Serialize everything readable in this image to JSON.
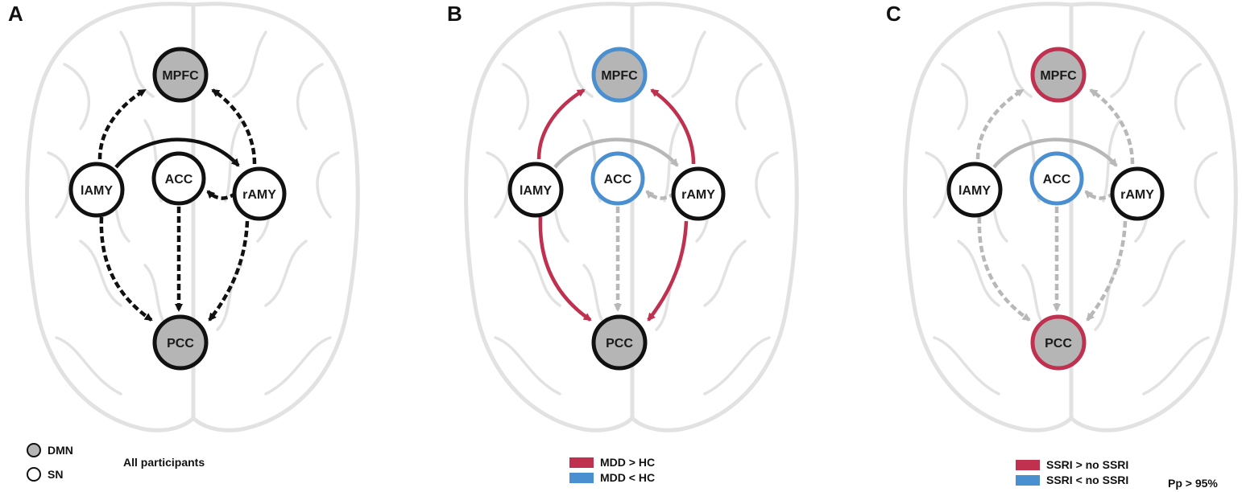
{
  "colors": {
    "red": "#c0304f",
    "blue": "#4a8fcf",
    "dmn_fill": "#b5b5b5",
    "node_border": "#111111",
    "gray_edge": "#b8b8b8",
    "black_edge": "#111111",
    "brain": "#e2e2e2"
  },
  "nodes": {
    "mpfc": "MPFC",
    "lamy": "lAMY",
    "acc": "ACC",
    "ramy": "rAMY",
    "pcc": "PCC"
  },
  "panels": [
    {
      "letter": "A",
      "node_style": {
        "mpfc": {
          "fill": "#b5b5b5",
          "stroke": "#111111"
        },
        "pcc": {
          "fill": "#b5b5b5",
          "stroke": "#111111"
        },
        "lamy": {
          "fill": "#ffffff",
          "stroke": "#111111"
        },
        "ramy": {
          "fill": "#ffffff",
          "stroke": "#111111"
        },
        "acc": {
          "fill": "#ffffff",
          "stroke": "#111111"
        }
      },
      "edges": {
        "lamy_mpfc": {
          "color": "#111111",
          "dashed": true
        },
        "ramy_mpfc": {
          "color": "#111111",
          "dashed": true
        },
        "lamy_ramy": {
          "color": "#111111",
          "dashed": false
        },
        "ramy_acc": {
          "color": "#111111",
          "dashed": true
        },
        "acc_pcc": {
          "color": "#111111",
          "dashed": true
        },
        "lamy_pcc": {
          "color": "#111111",
          "dashed": true
        },
        "ramy_pcc": {
          "color": "#111111",
          "dashed": true
        }
      }
    },
    {
      "letter": "B",
      "node_style": {
        "mpfc": {
          "fill": "#b5b5b5",
          "stroke": "#4a8fcf"
        },
        "pcc": {
          "fill": "#b5b5b5",
          "stroke": "#111111"
        },
        "lamy": {
          "fill": "#ffffff",
          "stroke": "#111111"
        },
        "ramy": {
          "fill": "#ffffff",
          "stroke": "#111111"
        },
        "acc": {
          "fill": "#ffffff",
          "stroke": "#4a8fcf"
        }
      },
      "edges": {
        "lamy_mpfc": {
          "color": "#c0304f",
          "dashed": false
        },
        "ramy_mpfc": {
          "color": "#c0304f",
          "dashed": false
        },
        "lamy_ramy": {
          "color": "#b8b8b8",
          "dashed": false
        },
        "ramy_acc": {
          "color": "#b8b8b8",
          "dashed": true
        },
        "acc_pcc": {
          "color": "#b8b8b8",
          "dashed": true
        },
        "lamy_pcc": {
          "color": "#c0304f",
          "dashed": false
        },
        "ramy_pcc": {
          "color": "#c0304f",
          "dashed": false
        }
      }
    },
    {
      "letter": "C",
      "node_style": {
        "mpfc": {
          "fill": "#b5b5b5",
          "stroke": "#c0304f"
        },
        "pcc": {
          "fill": "#b5b5b5",
          "stroke": "#c0304f"
        },
        "lamy": {
          "fill": "#ffffff",
          "stroke": "#111111"
        },
        "ramy": {
          "fill": "#ffffff",
          "stroke": "#111111"
        },
        "acc": {
          "fill": "#ffffff",
          "stroke": "#4a8fcf"
        }
      },
      "edges": {
        "lamy_mpfc": {
          "color": "#b8b8b8",
          "dashed": true
        },
        "ramy_mpfc": {
          "color": "#b8b8b8",
          "dashed": true
        },
        "lamy_ramy": {
          "color": "#b8b8b8",
          "dashed": false
        },
        "ramy_acc": {
          "color": "#b8b8b8",
          "dashed": true
        },
        "acc_pcc": {
          "color": "#b8b8b8",
          "dashed": true
        },
        "lamy_pcc": {
          "color": "#b8b8b8",
          "dashed": true
        },
        "ramy_pcc": {
          "color": "#b8b8b8",
          "dashed": true
        }
      }
    }
  ],
  "legend_a": {
    "dmn": "DMN",
    "sn": "SN",
    "caption": "All participants"
  },
  "legend_b": {
    "greater": "MDD > HC",
    "less": "MDD < HC"
  },
  "legend_c": {
    "greater": "SSRI > no SSRI",
    "less": "SSRI < no SSRI",
    "threshold": "Pp > 95%"
  }
}
